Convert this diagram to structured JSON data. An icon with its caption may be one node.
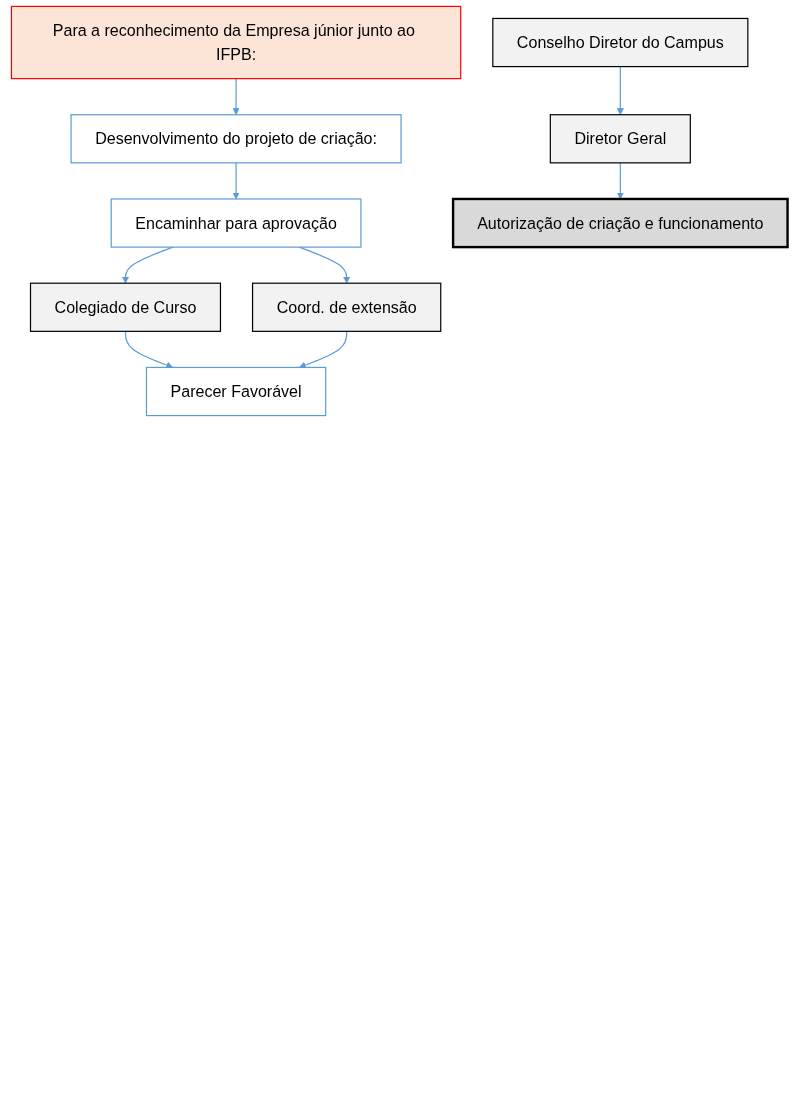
{
  "diagram": {
    "nodes": [
      {
        "text": [
          "Para a reconhecimento da Empresa júnior junto ao IFPB:"
        ]
      },
      {
        "text": [
          "Desenvolvimento do projeto de criação:"
        ]
      },
      {
        "text": [
          "Encaminhar para aprovação"
        ]
      },
      {
        "text": [
          "Colegiado de Curso"
        ]
      },
      {
        "text": [
          "Coord. de extensão"
        ]
      },
      {
        "text": [
          "Parecer Favorável"
        ]
      },
      {
        "text": [
          "Conselho Diretor do Campus"
        ]
      },
      {
        "text": [
          "Diretor Geral"
        ]
      },
      {
        "text": [
          "Autorização de criação e funcionamento"
        ]
      }
    ],
    "edges": [
      {
        "from": 0,
        "to": 1,
        "arrow": "to"
      },
      {
        "from": 1,
        "to": 2,
        "arrow": "to"
      },
      {
        "from": 2,
        "to": 3,
        "arrow": "to"
      },
      {
        "from": 2,
        "to": 4,
        "arrow": "to"
      },
      {
        "from": 3,
        "to": 5,
        "arrow": "to"
      },
      {
        "from": 4,
        "to": 5,
        "arrow": "to"
      },
      {
        "from": 6,
        "to": 7,
        "arrow": "to"
      },
      {
        "from": 7,
        "to": 8,
        "arrow": "to"
      }
    ]
  }
}
